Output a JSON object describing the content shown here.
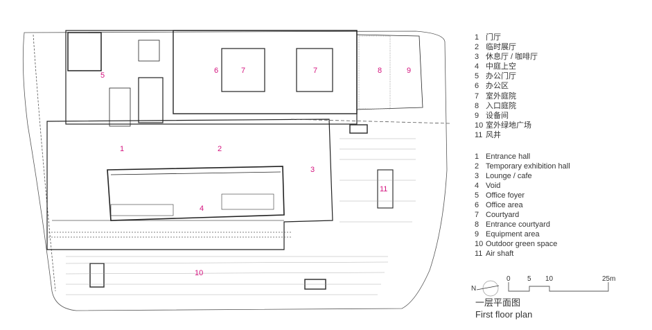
{
  "rooms": {
    "r1": "1",
    "r2": "2",
    "r3": "3",
    "r4": "4",
    "r5": "5",
    "r6": "6",
    "r7a": "7",
    "r7b": "7",
    "r8": "8",
    "r9": "9",
    "r10": "10",
    "r11": "11"
  },
  "legend_cn": [
    {
      "num": "1",
      "label": "门厅"
    },
    {
      "num": "2",
      "label": "临时展厅"
    },
    {
      "num": "3",
      "label": "休息厅 / 咖啡厅"
    },
    {
      "num": "4",
      "label": "中庭上空"
    },
    {
      "num": "5",
      "label": "办公门厅"
    },
    {
      "num": "6",
      "label": "办公区"
    },
    {
      "num": "7",
      "label": "室外庭院"
    },
    {
      "num": "8",
      "label": "入口庭院"
    },
    {
      "num": "9",
      "label": "设备间"
    },
    {
      "num": "10",
      "label": "室外绿地广场"
    },
    {
      "num": "11",
      "label": "风井"
    }
  ],
  "legend_en": [
    {
      "num": "1",
      "label": "Entrance hall"
    },
    {
      "num": "2",
      "label": "Temporary exhibition hall"
    },
    {
      "num": "3",
      "label": "Lounge / cafe"
    },
    {
      "num": "4",
      "label": "Void"
    },
    {
      "num": "5",
      "label": "Office foyer"
    },
    {
      "num": "6",
      "label": "Office area"
    },
    {
      "num": "7",
      "label": "Courtyard"
    },
    {
      "num": "8",
      "label": "Entrance courtyard"
    },
    {
      "num": "9",
      "label": "Equipment area"
    },
    {
      "num": "10",
      "label": "Outdoor green space"
    },
    {
      "num": "11",
      "label": "Air shaft"
    }
  ],
  "north": "N",
  "scale": {
    "t0": "0",
    "t5": "5",
    "t10": "10",
    "t25": "25m"
  },
  "caption": {
    "cn": "一层平面图",
    "en": "First floor plan"
  },
  "colors": {
    "label": "#d4127e",
    "line": "#333333"
  }
}
